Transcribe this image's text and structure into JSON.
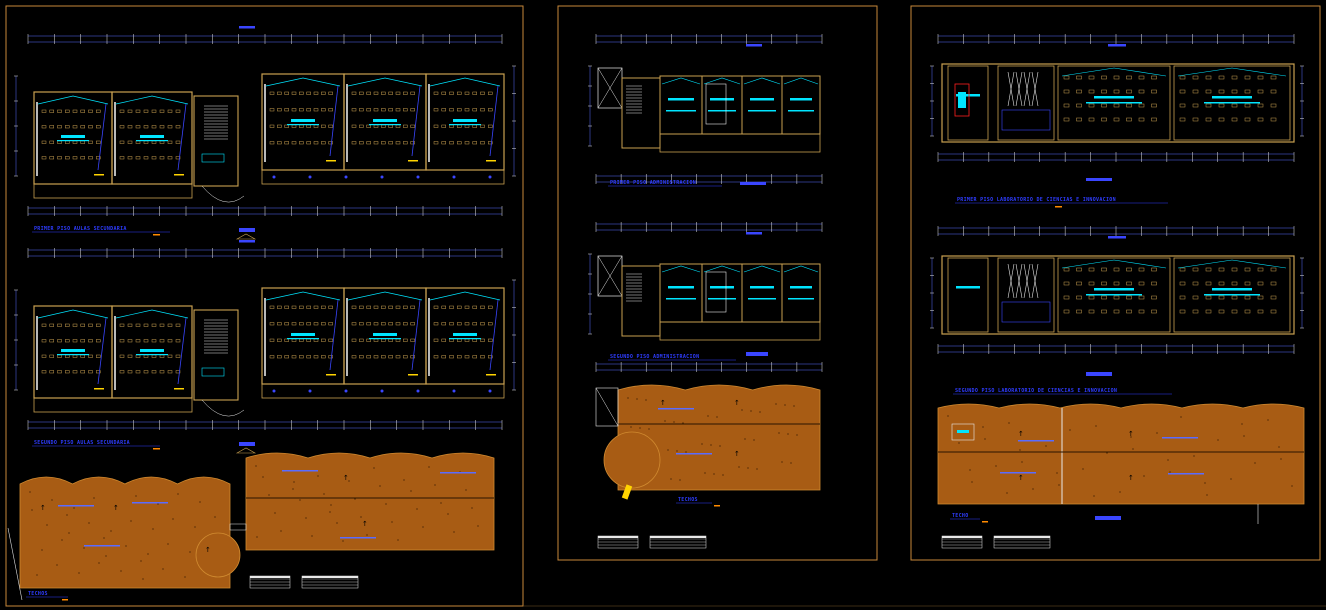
{
  "window": {
    "title": "School architectural plans - CAD model space"
  },
  "colors": {
    "background": "#000000",
    "frame": "#c8883a",
    "wall": "#c9a050",
    "roof": "#a85c14",
    "cyan": "#00e5ff",
    "blue": "#3a46ff",
    "dim": "#5a6cff",
    "yellow": "#ffd400",
    "red": "#ff2020",
    "white": "#e8e8e8",
    "label": "#2e3cff"
  },
  "sheets": [
    {
      "id": "sheet-1",
      "plans": [
        {
          "label": "PRIMER PISO AULAS SECUNDARIA",
          "kind": "classrooms"
        },
        {
          "label": "SEGUNDO PISO AULAS SECUNDARIA",
          "kind": "classrooms"
        },
        {
          "label": "TECHOS",
          "kind": "roof"
        }
      ]
    },
    {
      "id": "sheet-2",
      "plans": [
        {
          "label": "PRIMER PISO ADMINISTRACION",
          "kind": "admin"
        },
        {
          "label": "SEGUNDO PISO ADMINISTRACION",
          "kind": "admin"
        },
        {
          "label": "TECHOS",
          "kind": "roof"
        }
      ]
    },
    {
      "id": "sheet-3",
      "plans": [
        {
          "label": "PRIMER PISO LABORATORIO DE CIENCIAS E INNOVACION",
          "kind": "lab"
        },
        {
          "label": "SEGUNDO PISO LABORATORIO DE CIENCIAS E INNOVACION",
          "kind": "lab"
        },
        {
          "label": "TECHO",
          "kind": "roof"
        }
      ]
    }
  ]
}
